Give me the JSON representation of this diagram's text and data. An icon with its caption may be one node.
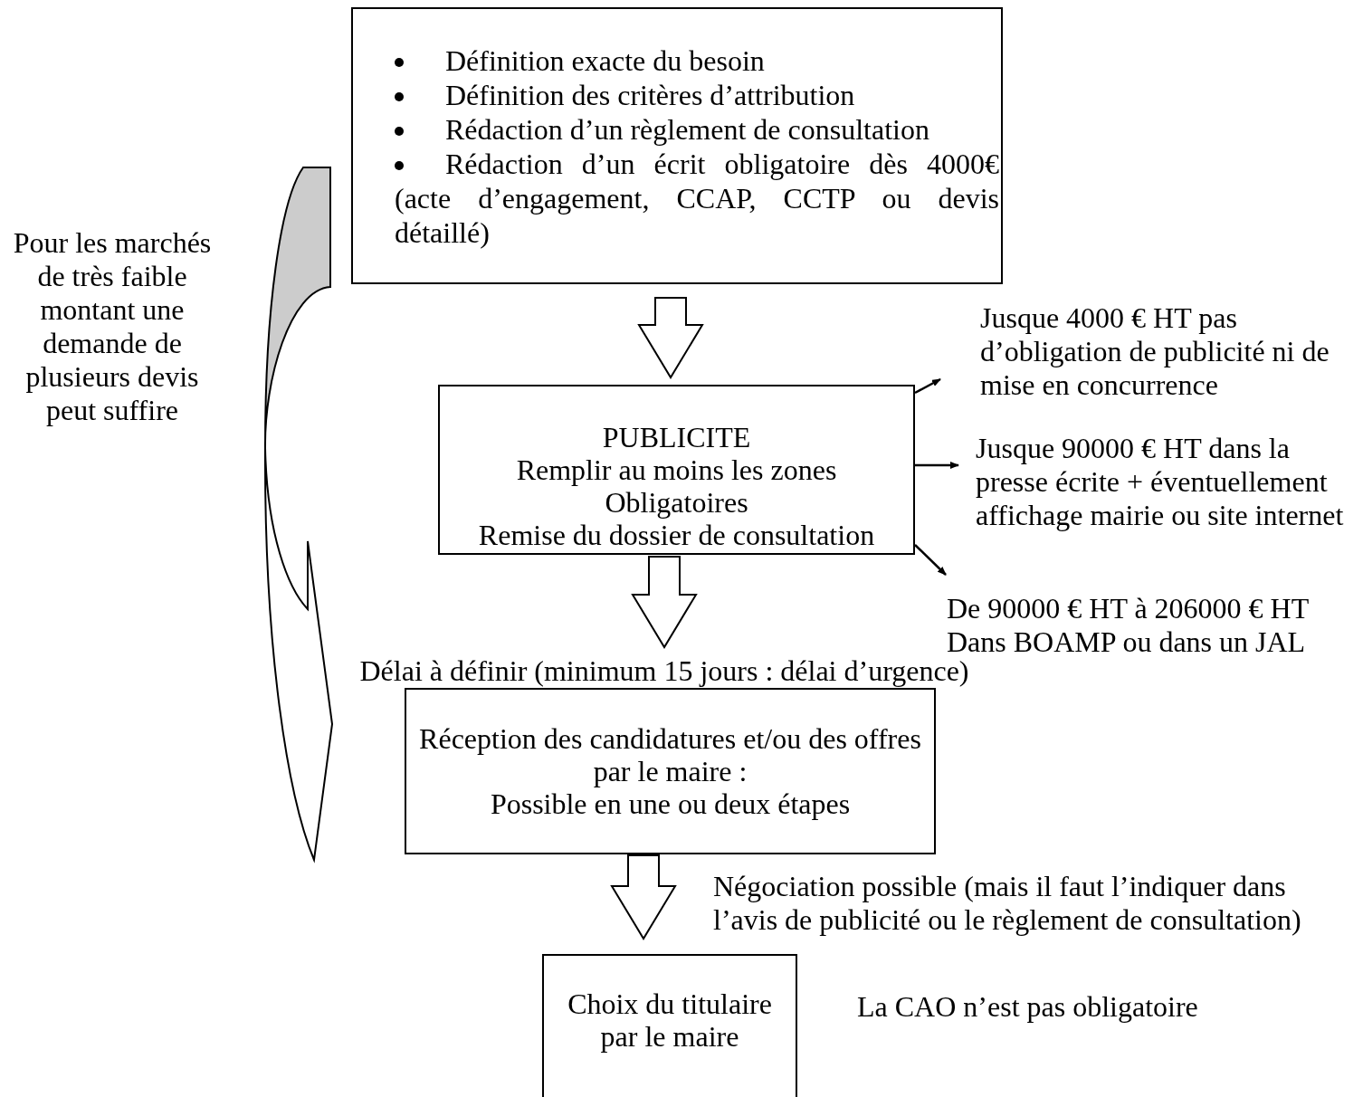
{
  "diagram": {
    "nodes": [
      {
        "text": [
          "Définition exacte du besoin",
          "Définition des critères d’attribution",
          "Rédaction d’un règlement de consultation",
          "Rédaction d’un écrit obligatoire dès 4000€ (acte d’engagement, CCAP, CCTP ou devis détaillé)"
        ]
      },
      {
        "text": [
          "PUBLICITE",
          "Remplir au moins les zones Obligatoires",
          "Remise du dossier de consultation"
        ]
      },
      {
        "text": [
          "Jusque 4000 € HT pas d’obligation de publicité ni de mise en concurrence"
        ]
      },
      {
        "text": [
          "Jusque 90000 € HT dans la presse écrite + éventuellement affichage mairie ou site internet"
        ]
      },
      {
        "text": [
          "De 90000 € HT à 206000 € HT",
          "Dans BOAMP ou dans un JAL"
        ]
      },
      {
        "text": [
          "Réception des candidatures et/ou des offres par le maire :",
          "Possible en une ou deux étapes"
        ]
      },
      {
        "text": [
          "Choix du titulaire par le maire"
        ],
        "beside": [
          "La CAO n’est pas obligatoire"
        ]
      }
    ],
    "edges": [
      {
        "from": 0,
        "to": 1,
        "arrow": "to",
        "style": "thick"
      },
      {
        "from": 1,
        "to": 2,
        "arrow": "to"
      },
      {
        "from": 1,
        "to": 3,
        "arrow": "to"
      },
      {
        "from": 1,
        "to": 4,
        "arrow": "to"
      },
      {
        "from": 1,
        "to": 5,
        "arrow": "to",
        "style": "thick",
        "label": "Délai à définir (minimum 15 jours : délai d’urgence)"
      },
      {
        "from": 5,
        "to": 6,
        "arrow": "to",
        "style": "thick",
        "label": "Négociation possible (mais il faut l’indiquer dans l’avis de publicité ou le règlement de consultation)"
      }
    ],
    "labels": [
      "Pour les marchés de très faible montant une demande de plusieurs devis peut suffire"
    ]
  }
}
